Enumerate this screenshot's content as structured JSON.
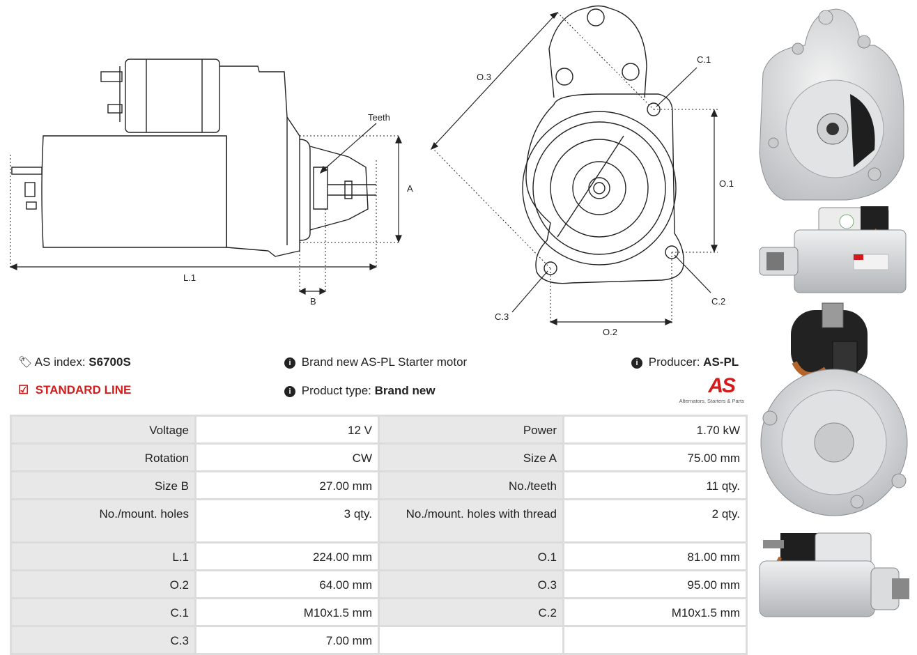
{
  "drawing_labels": {
    "teeth": "Teeth",
    "a": "A",
    "b": "B",
    "l1": "L.1",
    "o1": "O.1",
    "o2": "O.2",
    "o3": "O.3",
    "c1": "C.1",
    "c2": "C.2",
    "c3": "C.3"
  },
  "info": {
    "as_index_label": "AS index:",
    "as_index_value": "S6700S",
    "standard_line": "STANDARD LINE",
    "description": "Brand new AS-PL Starter motor",
    "product_type_label": "Product type:",
    "product_type_value": "Brand new",
    "producer_label": "Producer:",
    "producer_value": "AS-PL",
    "logo_text": "AS",
    "logo_tagline": "Alternators, Starters & Parts"
  },
  "specs": [
    {
      "l1": "Voltage",
      "v1": "12 V",
      "l2": "Power",
      "v2": "1.70 kW"
    },
    {
      "l1": "Rotation",
      "v1": "CW",
      "l2": "Size A",
      "v2": "75.00 mm"
    },
    {
      "l1": "Size B",
      "v1": "27.00 mm",
      "l2": "No./teeth",
      "v2": "11 qty."
    },
    {
      "l1": "No./mount. holes",
      "v1": "3 qty.",
      "l2": "No./mount. holes with thread",
      "v2": "2 qty."
    },
    {
      "l1": "L.1",
      "v1": "224.00 mm",
      "l2": "O.1",
      "v2": "81.00 mm"
    },
    {
      "l1": "O.2",
      "v1": "64.00 mm",
      "l2": "O.3",
      "v2": "95.00 mm"
    },
    {
      "l1": "C.1",
      "v1": "M10x1.5 mm",
      "l2": "C.2",
      "v2": "M10x1.5 mm"
    },
    {
      "l1": "C.3",
      "v1": "7.00 mm",
      "l2": "",
      "v2": ""
    }
  ],
  "colors": {
    "accent_red": "#d41a1a",
    "table_border": "#dcdcdc",
    "label_bg": "#e8e8e8"
  }
}
